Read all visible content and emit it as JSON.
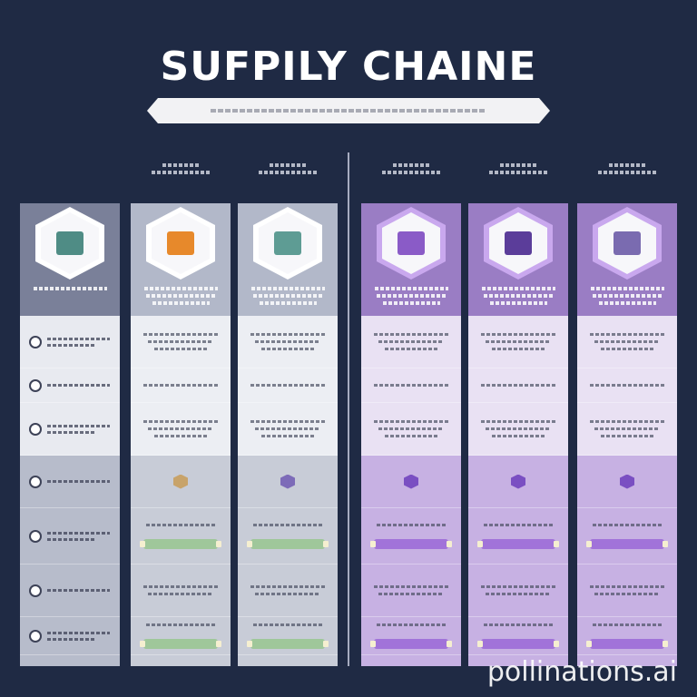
{
  "header": {
    "title": "SUFPILY CHAINE"
  },
  "watermark": {
    "text": "pollinations.ai"
  },
  "colors": {
    "background": "#1f2a44",
    "label_column": "#8b91a8",
    "gray_columns": "#c3c8d6",
    "purple_columns": "#a98fce",
    "accent_orange": "#e7892b",
    "accent_teal": "#5e9c94",
    "accent_purple": "#7a4fc2",
    "bar_green": "#9fc79a",
    "bar_purple": "#a173d9"
  },
  "columns": [
    {
      "id": "labels",
      "icon": "building-icon",
      "glyph_color": "#4f8c85",
      "theme": "label"
    },
    {
      "id": "col-1",
      "icon": "factory-icon",
      "glyph_color": "#e7892b",
      "theme": "gray"
    },
    {
      "id": "col-2",
      "icon": "warehouse-icon",
      "glyph_color": "#5e9c94",
      "theme": "gray"
    },
    {
      "id": "col-3",
      "icon": "distribution-icon",
      "glyph_color": "#8a5bc7",
      "theme": "purple"
    },
    {
      "id": "col-4",
      "icon": "retail-icon",
      "glyph_color": "#5b3d9a",
      "theme": "purple"
    },
    {
      "id": "col-5",
      "icon": "customer-icon",
      "glyph_color": "#7a6bb0",
      "theme": "purple"
    }
  ],
  "row_icons": [
    "clock-icon",
    "circle-icon",
    "timer-icon",
    "check-icon",
    "circle-icon",
    "shield-icon",
    "box-icon",
    "lock-icon"
  ]
}
